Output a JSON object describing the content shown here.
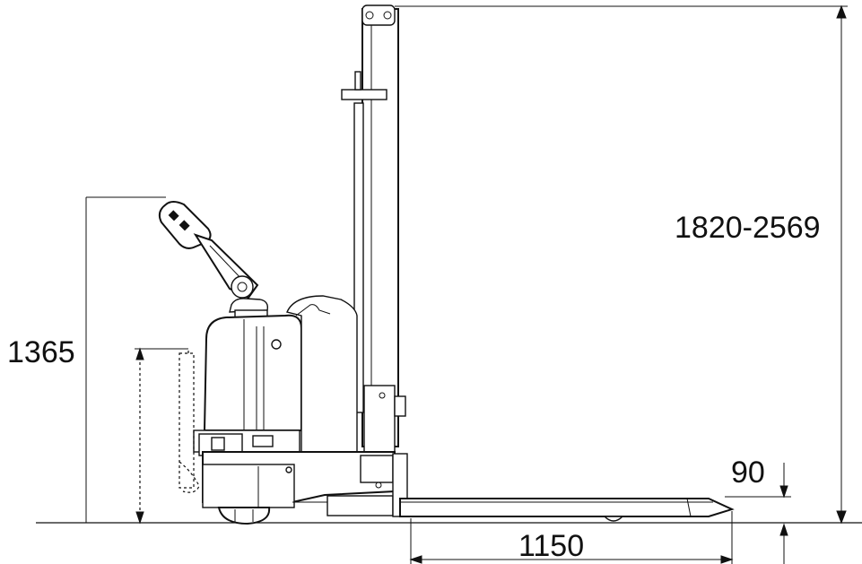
{
  "dimensions": {
    "overall_height": "1820-2569",
    "handle_height": "1365",
    "fork_thickness": "90",
    "fork_length": "1150"
  }
}
